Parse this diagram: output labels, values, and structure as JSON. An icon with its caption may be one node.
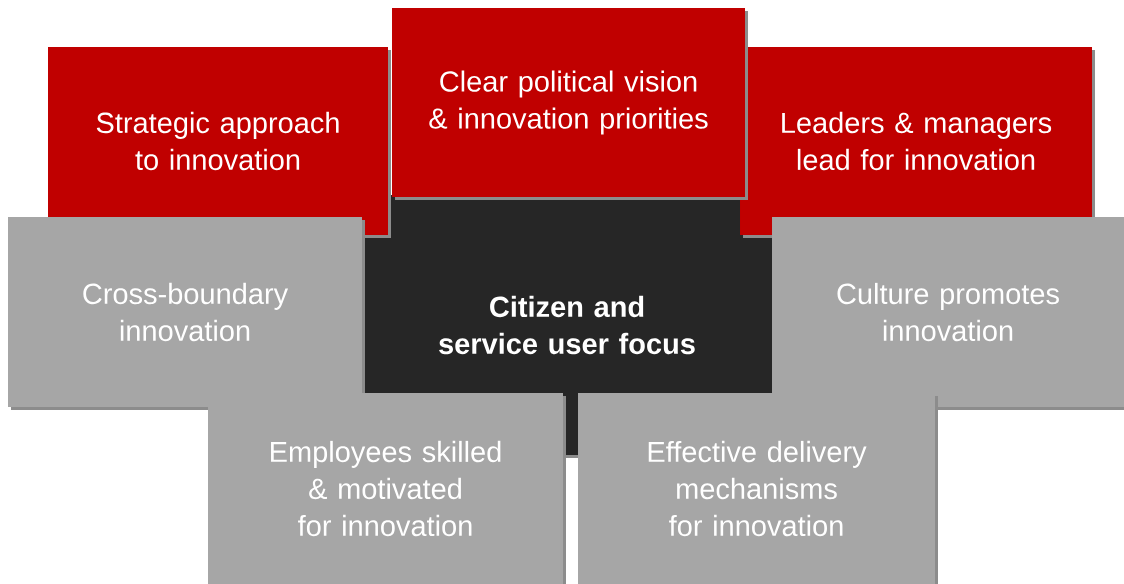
{
  "diagram": {
    "nodes": [
      {
        "text": [
          "Clear political vision & innovation priorities"
        ]
      },
      {
        "text": [
          "Strategic approach to innovation"
        ]
      },
      {
        "text": [
          "Leaders & managers lead for innovation"
        ]
      },
      {
        "text": [
          "Cross-boundary innovation"
        ]
      },
      {
        "text": [
          "Citizen and service user focus"
        ]
      },
      {
        "text": [
          "Culture promotes innovation"
        ]
      },
      {
        "text": [
          "Employees skilled & motivated for innovation"
        ]
      },
      {
        "text": [
          "Effective delivery mechanisms for innovation"
        ]
      }
    ]
  }
}
